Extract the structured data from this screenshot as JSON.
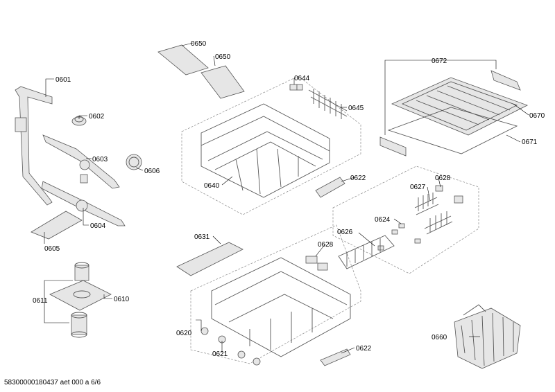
{
  "footer": "58300000180437 aet 000 a 6/6",
  "labels": {
    "p0601": "0601",
    "p0602": "0602",
    "p0603": "0603",
    "p0604": "0604",
    "p0605": "0605",
    "p0606": "0606",
    "p0610": "0610",
    "p0611": "0611",
    "p0620": "0620",
    "p0621": "0621",
    "p0622a": "0622",
    "p0622b": "0622",
    "p0624": "0624",
    "p0626": "0626",
    "p0627": "0627",
    "p0628a": "0628",
    "p0628b": "0628",
    "p0631": "0631",
    "p0640": "0640",
    "p0644": "0644",
    "p0645": "0645",
    "p0650a": "0650",
    "p0650b": "0650",
    "p0660": "0660",
    "p0670": "0670",
    "p0671": "0671",
    "p0672": "0672"
  }
}
